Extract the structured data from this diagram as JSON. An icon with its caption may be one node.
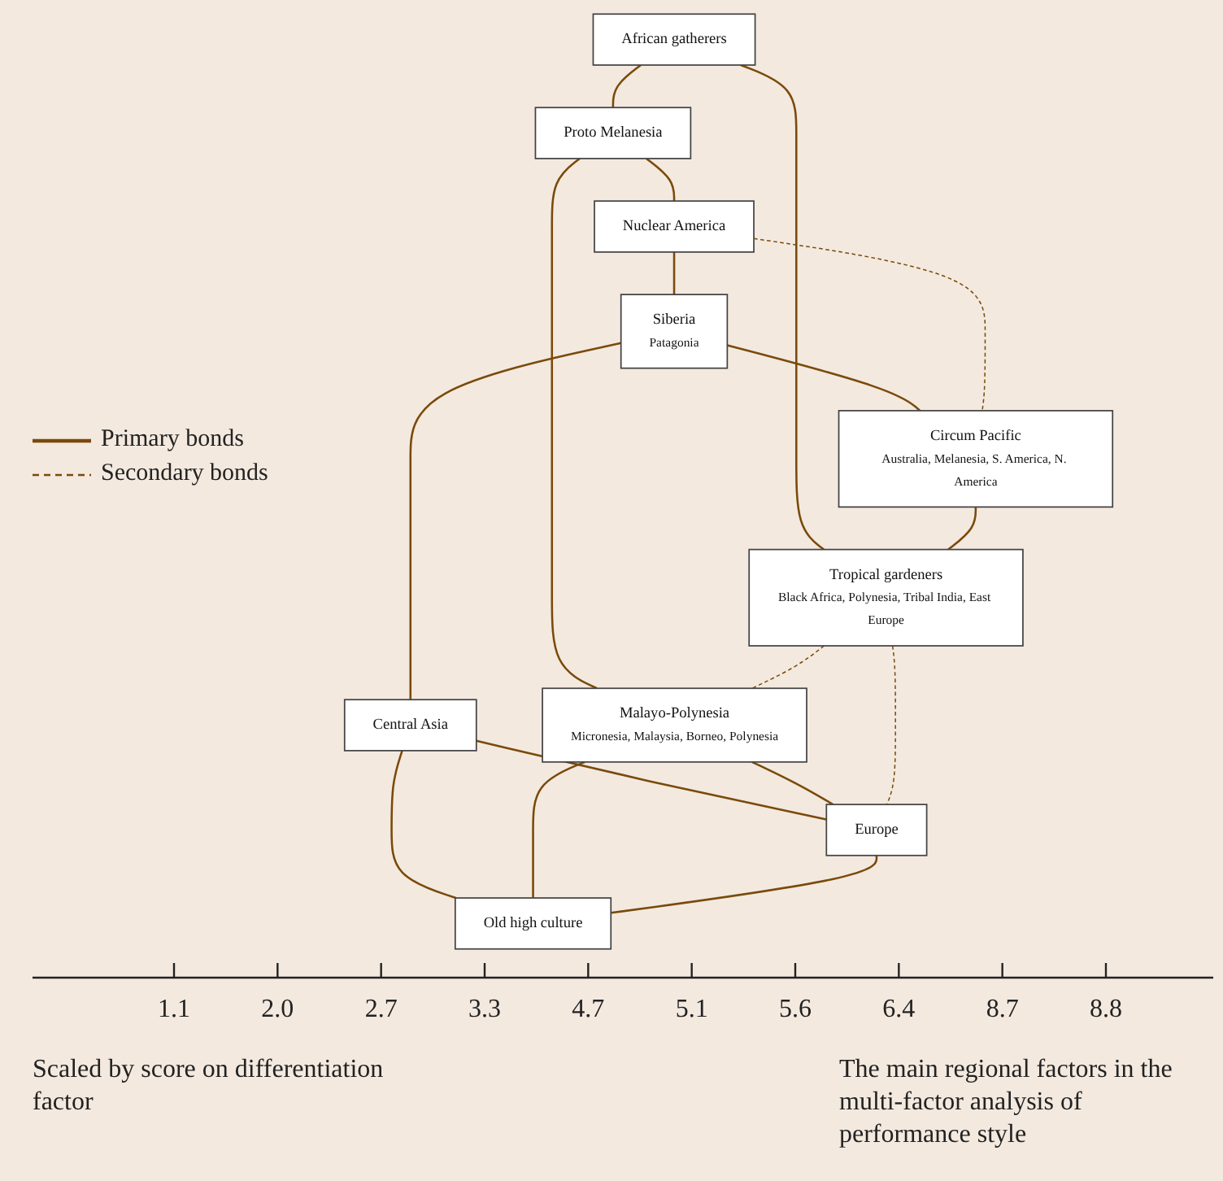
{
  "diagram": {
    "nodes": [
      {
        "text": [
          "African gatherers"
        ]
      },
      {
        "text": [
          "Tropical gardeners",
          "Black Africa, Polynesia, Tribal India, East Europe"
        ]
      },
      {
        "text": [
          "Proto Melanesia"
        ]
      },
      {
        "text": [
          "Malayo-Polynesia",
          "Micronesia, Malaysia, Borneo, Polynesia"
        ]
      },
      {
        "text": [
          "Nuclear America"
        ]
      },
      {
        "text": [
          "Siberia",
          "Patagonia"
        ]
      },
      {
        "text": [
          "Circum Pacific",
          "Australia, Melanesia, S. America, N. America"
        ]
      },
      {
        "text": [
          "Europe"
        ]
      },
      {
        "text": [
          "Central Asia"
        ]
      },
      {
        "text": [
          "Old high culture"
        ]
      }
    ],
    "edges": [
      {
        "from": 0,
        "to": 1,
        "arrow": "none"
      },
      {
        "from": 0,
        "to": 2,
        "arrow": "none"
      },
      {
        "from": 2,
        "to": 3,
        "arrow": "none"
      },
      {
        "from": 2,
        "to": 4,
        "arrow": "none"
      },
      {
        "from": 4,
        "to": 5,
        "arrow": "none"
      },
      {
        "from": 5,
        "to": 6,
        "arrow": "none"
      },
      {
        "from": 6,
        "to": 1,
        "arrow": "none"
      },
      {
        "from": 5,
        "to": 8,
        "arrow": "none"
      },
      {
        "from": 8,
        "to": 9,
        "arrow": "none"
      },
      {
        "from": 8,
        "to": 7,
        "arrow": "none"
      },
      {
        "from": 3,
        "to": 7,
        "arrow": "none"
      },
      {
        "from": 3,
        "to": 9,
        "arrow": "none"
      },
      {
        "from": 7,
        "to": 9,
        "arrow": "none"
      },
      {
        "from": 1,
        "to": 3,
        "arrow": "none",
        "style": "dashed"
      },
      {
        "from": 1,
        "to": 7,
        "arrow": "none",
        "style": "dashed"
      },
      {
        "from": 4,
        "to": 6,
        "arrow": "none",
        "style": "dashed"
      }
    ],
    "labels": [
      "1.1",
      "2.0",
      "2.7",
      "3.3",
      "4.7",
      "5.1",
      "5.6",
      "6.4",
      "8.7",
      "8.8",
      "Scaled by score on differentiation factor",
      "The main regional factors in the multi-factor analysis of performance style"
    ],
    "legend": [
      {
        "text": "Primary bonds"
      },
      {
        "text": "Secondary bonds"
      }
    ]
  }
}
